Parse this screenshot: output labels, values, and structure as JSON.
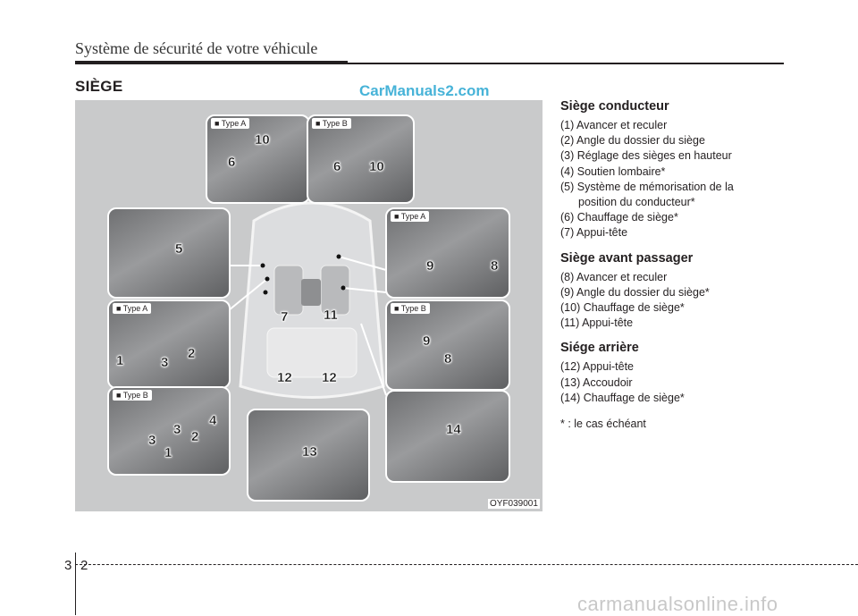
{
  "header": {
    "title": "Système de sécurité de votre véhicule"
  },
  "section_title": "SIÈGE",
  "watermark": "CarManuals2.com",
  "figure": {
    "code": "OYF039001",
    "type_a": "■ Type A",
    "type_b": "■ Type B",
    "numbers": {
      "n1": "1",
      "n2": "2",
      "n3": "3",
      "n4": "4",
      "n5": "5",
      "n6": "6",
      "n7": "7",
      "n8": "8",
      "n9": "9",
      "n10": "10",
      "n11": "11",
      "n12": "12",
      "n13": "13",
      "n14": "14"
    }
  },
  "driver": {
    "heading": "Siège conducteur",
    "items": [
      "(1) Avancer et reculer",
      "(2) Angle du dossier du siège",
      "(3) Réglage des sièges en hauteur",
      "(4) Soutien lombaire*"
    ],
    "item5_line1": "(5) Système de mémorisation de la",
    "item5_line2": "position du conducteur*",
    "items_after": [
      "(6) Chauffage de siège*",
      "(7) Appui-tête"
    ]
  },
  "passenger": {
    "heading": "Siège avant passager",
    "items": [
      "(8) Avancer et reculer",
      "(9) Angle du dossier du siège*",
      "(10) Chauffage de siège*",
      "(11) Appui-tête"
    ]
  },
  "rear": {
    "heading": "Siége arrière",
    "items": [
      "(12) Appui-tête",
      "(13) Accoudoir",
      "(14) Chauffage de siège*"
    ]
  },
  "note": "* : le cas échéant",
  "footer": {
    "chapter": "3",
    "page": "2",
    "brand": "carmanualsonline.info"
  }
}
